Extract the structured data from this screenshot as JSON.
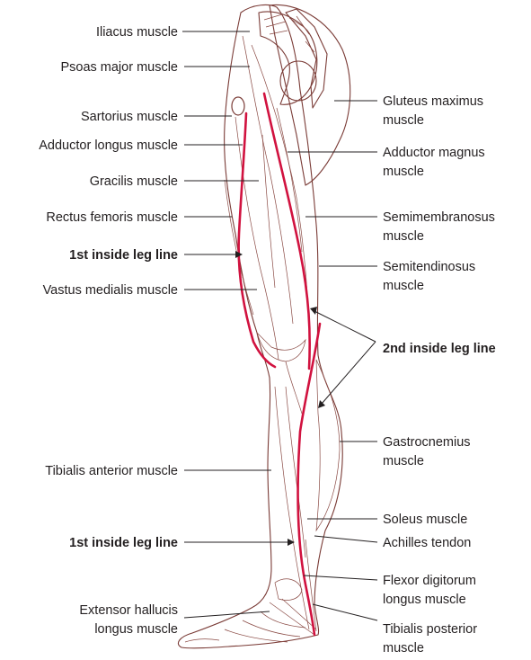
{
  "labels_left": {
    "iliacus": "Iliacus muscle",
    "psoas": "Psoas major muscle",
    "sartorius": "Sartorius muscle",
    "adductor_longus": "Adductor longus muscle",
    "gracilis": "Gracilis muscle",
    "rectus_femoris": "Rectus femoris muscle",
    "leg_line_1_upper": "1st inside leg line",
    "vastus_medialis": "Vastus medialis muscle",
    "tibialis_anterior": "Tibialis anterior muscle",
    "leg_line_1_lower": "1st inside leg line",
    "extensor_hallucis_1": "Extensor hallucis",
    "extensor_hallucis_2": "longus muscle"
  },
  "labels_right": {
    "gluteus_1": "Gluteus maximus",
    "gluteus_2": "muscle",
    "adductor_magnus_1": "Adductor magnus",
    "adductor_magnus_2": "muscle",
    "semimembranosus_1": "Semimembranosus",
    "semimembranosus_2": "muscle",
    "semitendinosus_1": "Semitendinosus",
    "semitendinosus_2": "muscle",
    "leg_line_2": "2nd inside leg line",
    "gastrocnemius_1": "Gastrocnemius",
    "gastrocnemius_2": "muscle",
    "soleus": "Soleus muscle",
    "achilles": "Achilles tendon",
    "flexor_1": "Flexor digitorum",
    "flexor_2": "longus muscle",
    "tibialis_posterior_1": "Tibialis posterior",
    "tibialis_posterior_2": "muscle"
  },
  "colors": {
    "muscle_fill": "#f3c9b9",
    "muscle_outline": "#7a3b36",
    "leg_line": "#d1123f",
    "label_text": "#231f20"
  }
}
